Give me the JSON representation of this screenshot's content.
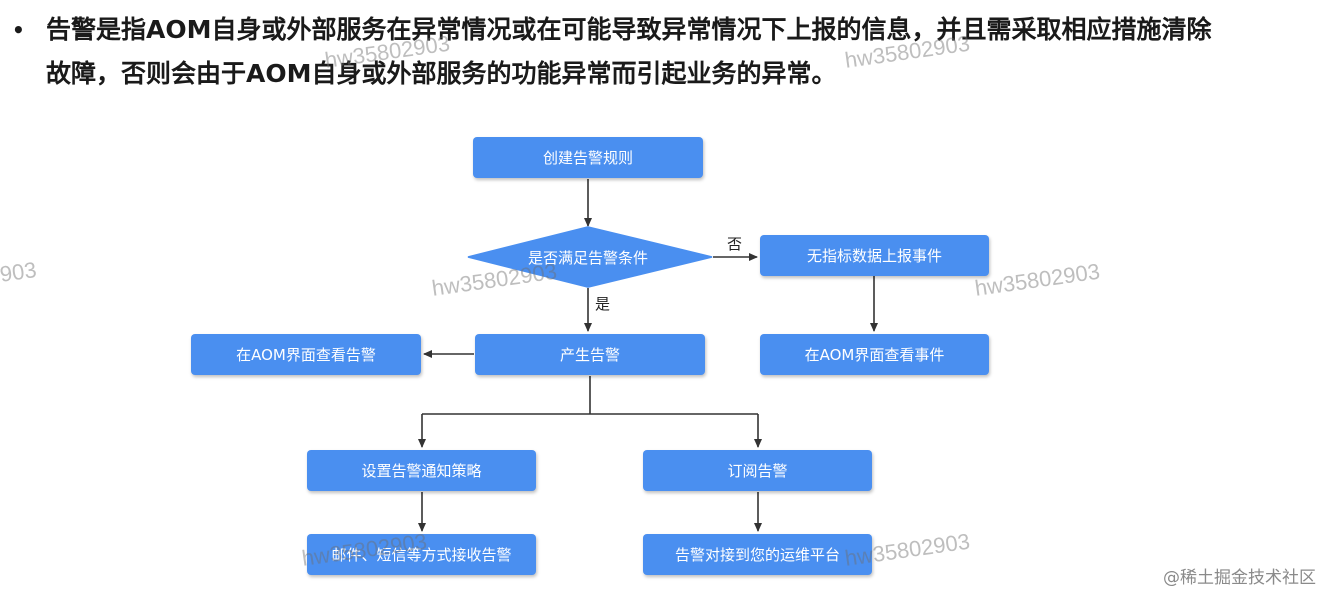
{
  "paragraph": {
    "bullet": "•",
    "line1": "告警是指AOM自身或外部服务在异常情况或在可能导致异常情况下上报的信息，并且需采取相应措施清除",
    "line2": "故障，否则会由于AOM自身或外部服务的功能异常而引起业务的异常。"
  },
  "flowchart": {
    "nodes": {
      "create_rule": "创建告警规则",
      "condition": "是否满足告警条件",
      "no_metric_event": "无指标数据上报事件",
      "view_event": "在AOM界面查看事件",
      "generate_alarm": "产生告警",
      "view_alarm": "在AOM界面查看告警",
      "notify_policy": "设置告警通知策略",
      "subscribe_alarm": "订阅告警",
      "email_sms": "邮件、短信等方式接收告警",
      "ops_platform": "告警对接到您的运维平台"
    },
    "edge_labels": {
      "no": "否",
      "yes": "是"
    },
    "colors": {
      "node_fill": "#4a8ff0",
      "node_text": "#ffffff",
      "arrow": "#333333"
    }
  },
  "watermark": {
    "text": "hw35802903",
    "partial_text": "903"
  },
  "site_credit": "@稀土掘金技术社区"
}
